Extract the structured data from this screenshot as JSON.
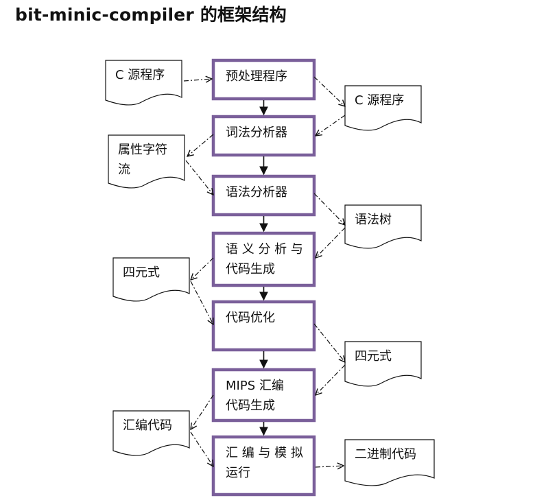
{
  "title": "bit-minic-compiler 的框架结构",
  "stages": [
    {
      "lines": [
        "预处理程序"
      ]
    },
    {
      "lines": [
        "词法分析器"
      ]
    },
    {
      "lines": [
        "语法分析器"
      ]
    },
    {
      "lines": [
        "语 义 分 析 与",
        "代码生成"
      ]
    },
    {
      "lines": [
        "代码优化"
      ]
    },
    {
      "lines": [
        "MIPS 汇编",
        "代码生成"
      ]
    },
    {
      "lines": [
        "汇 编 与 模 拟",
        "运行"
      ]
    }
  ],
  "documents": [
    {
      "lines": [
        "C 源程序"
      ]
    },
    {
      "lines": [
        "C 源程序"
      ]
    },
    {
      "lines": [
        "属性字符",
        "流"
      ]
    },
    {
      "lines": [
        "语法树"
      ]
    },
    {
      "lines": [
        "四元式"
      ]
    },
    {
      "lines": [
        "四元式"
      ]
    },
    {
      "lines": [
        "汇编代码"
      ]
    },
    {
      "lines": [
        "二进制代码"
      ]
    }
  ],
  "colors": {
    "stage_border": "#7a5f9a",
    "line": "#111111"
  }
}
